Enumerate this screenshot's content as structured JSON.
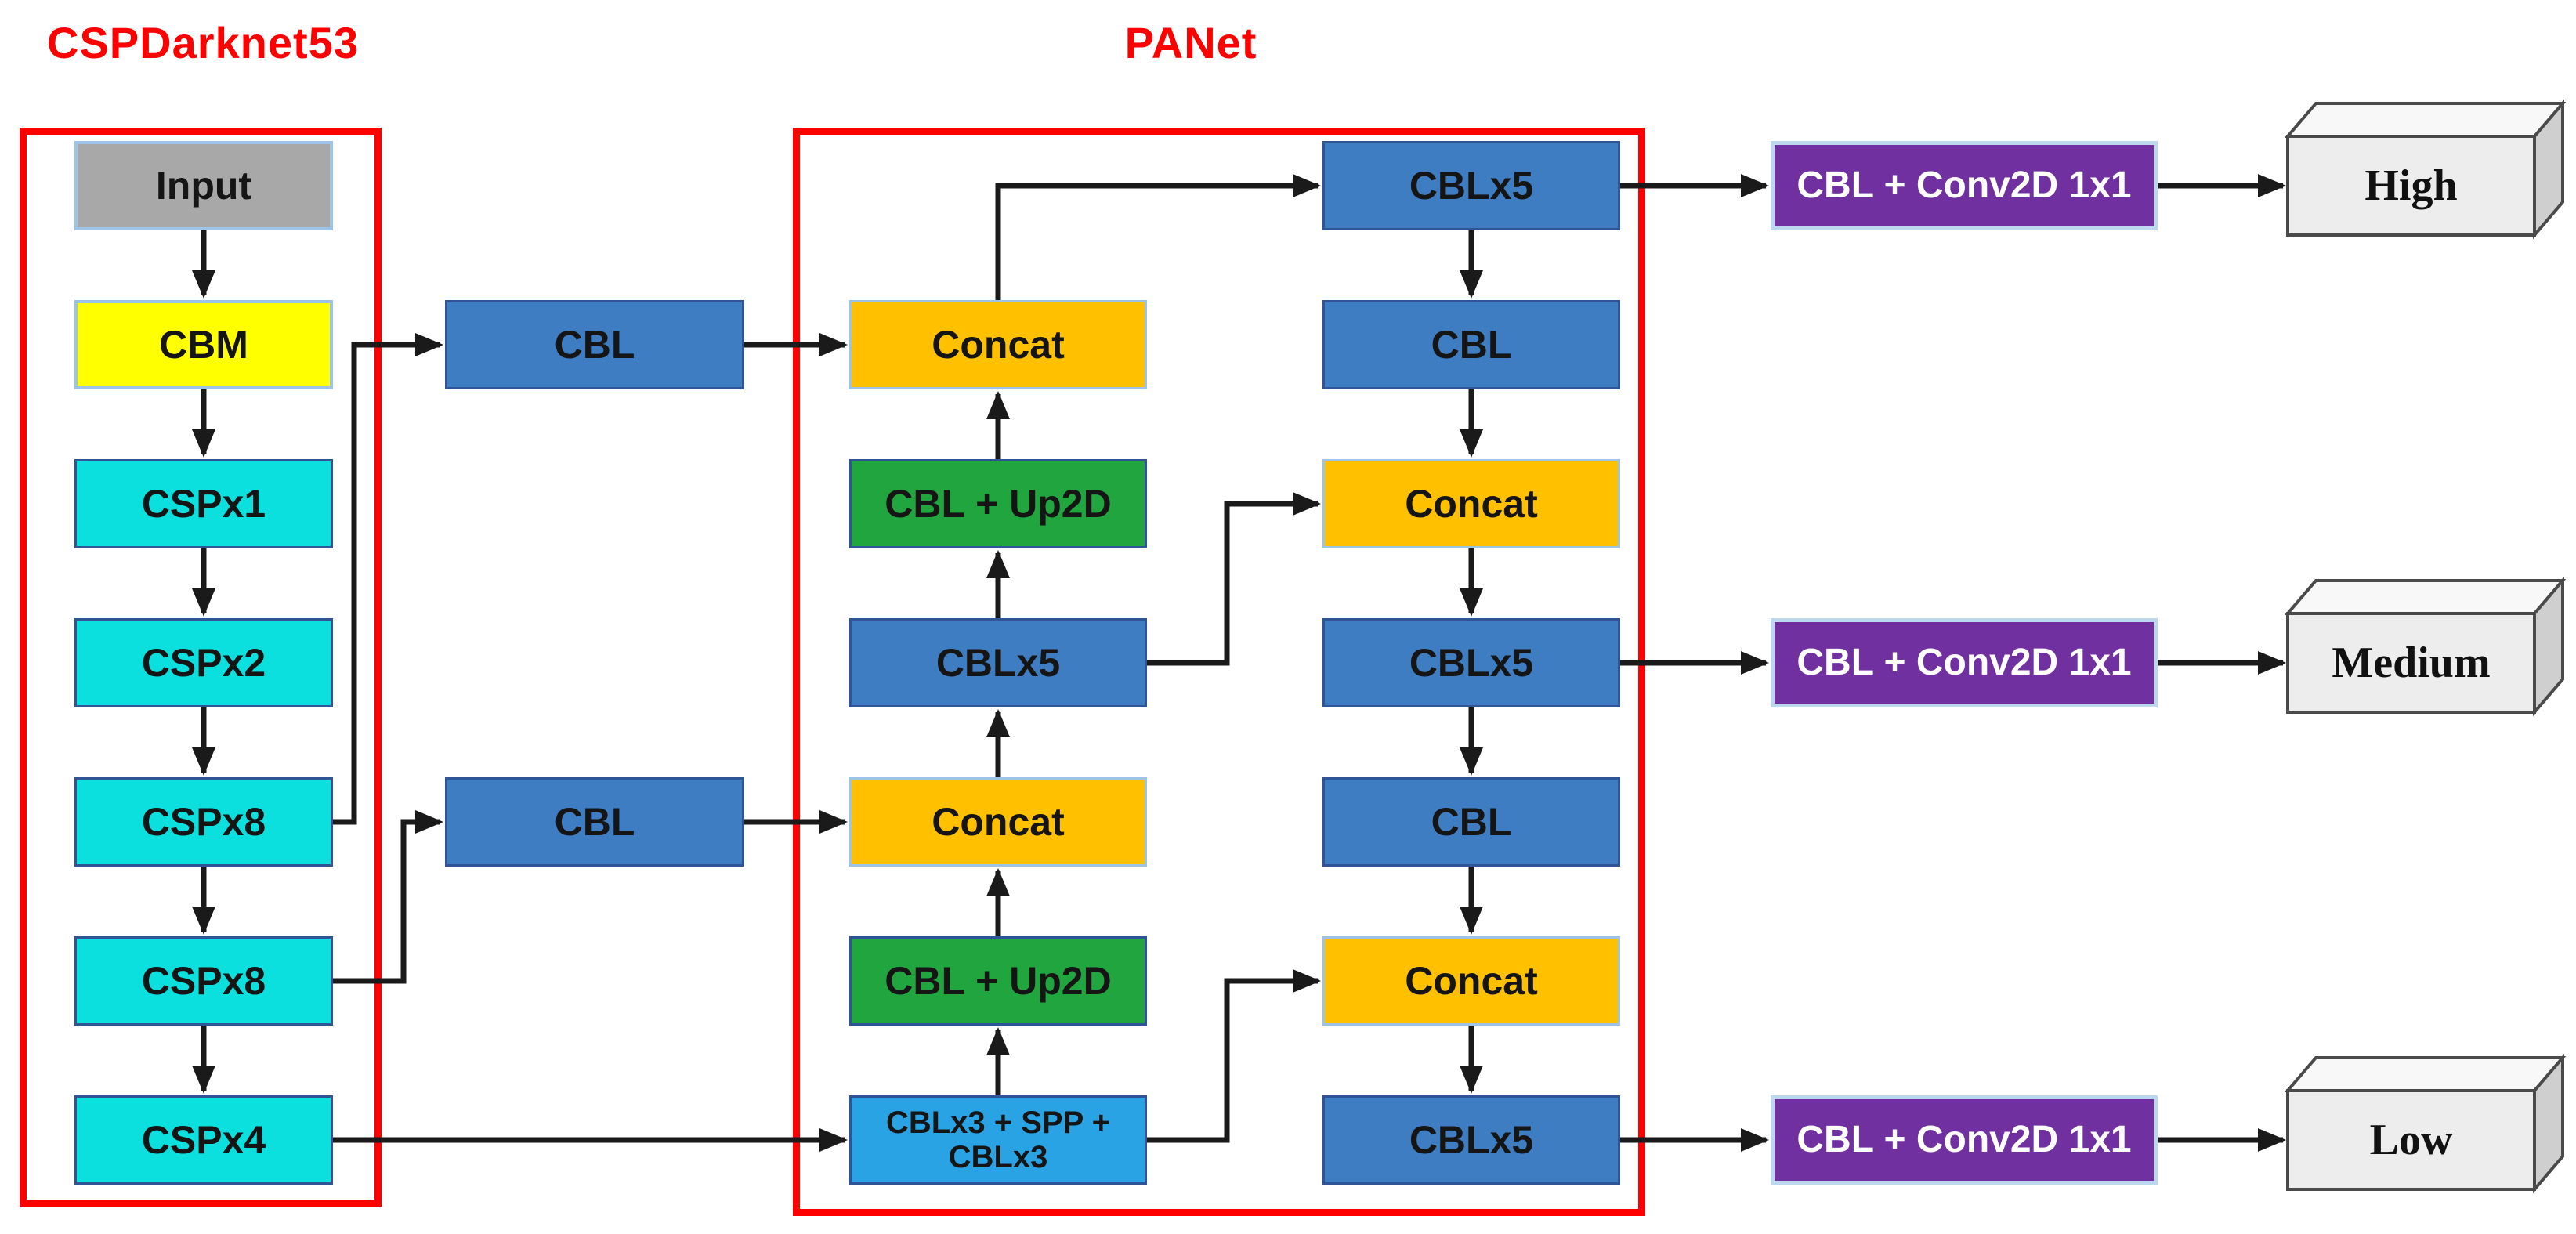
{
  "backbone": {
    "title": "CSPDarknet53",
    "blocks": [
      {
        "id": "input",
        "label": "Input"
      },
      {
        "id": "cbm",
        "label": "CBM"
      },
      {
        "id": "cspx1",
        "label": "CSPx1"
      },
      {
        "id": "cspx2",
        "label": "CSPx2"
      },
      {
        "id": "cspx8-a",
        "label": "CSPx8"
      },
      {
        "id": "cspx8-b",
        "label": "CSPx8"
      },
      {
        "id": "cspx4",
        "label": "CSPx4"
      }
    ]
  },
  "lateral_convs": [
    {
      "id": "lateral-cbl-1",
      "label": "CBL"
    },
    {
      "id": "lateral-cbl-2",
      "label": "CBL"
    }
  ],
  "panet": {
    "title": "PANet",
    "left_column": [
      {
        "id": "concat-top",
        "label": "Concat"
      },
      {
        "id": "up2d-top",
        "label": "CBL + Up2D"
      },
      {
        "id": "cblx5-mid",
        "label": "CBLx5"
      },
      {
        "id": "concat-mid",
        "label": "Concat"
      },
      {
        "id": "up2d-bottom",
        "label": "CBL + Up2D"
      },
      {
        "id": "spp",
        "label_line1": "CBLx3 + SPP +",
        "label_line2": "CBLx3"
      }
    ],
    "right_column": [
      {
        "id": "r-cblx5-high",
        "label": "CBLx5"
      },
      {
        "id": "r-cbl-1",
        "label": "CBL"
      },
      {
        "id": "r-concat-1",
        "label": "Concat"
      },
      {
        "id": "r-cblx5-med",
        "label": "CBLx5"
      },
      {
        "id": "r-cbl-2",
        "label": "CBL"
      },
      {
        "id": "r-concat-2",
        "label": "Concat"
      },
      {
        "id": "r-cblx5-low",
        "label": "CBLx5"
      }
    ]
  },
  "heads": [
    {
      "conv_label": "CBL + Conv2D 1x1",
      "output_label": "High"
    },
    {
      "conv_label": "CBL + Conv2D 1x1",
      "output_label": "Medium"
    },
    {
      "conv_label": "CBL + Conv2D 1x1",
      "output_label": "Low"
    }
  ],
  "colors": {
    "title_red": "#FF0000",
    "box_border_red": "#FF0000",
    "input_gray": "#A8A8A8",
    "cbm_yellow": "#FFFF00",
    "csp_cyan": "#0CE0DE",
    "conv_blue": "#3E7DC1",
    "concat_orange": "#FFC000",
    "upsample_green": "#21A53E",
    "spp_blue": "#29A3E3",
    "head_purple": "#7030A0",
    "head_text_white": "#FFFFFF",
    "border_navy": "#2F5597",
    "border_lightblue": "#9DC3E6",
    "border_paleblue": "#BDD7EE",
    "arrow_black": "#1A1A1A",
    "cube_front_gray": "#EDEDED",
    "cube_top_gray": "#F8F8F8",
    "cube_side_gray": "#CFCFCF"
  }
}
